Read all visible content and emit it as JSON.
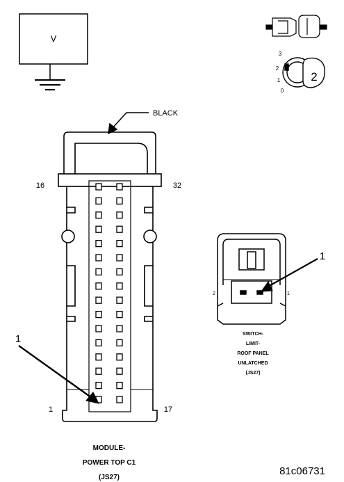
{
  "voltmeter": {
    "label": "V"
  },
  "ignition": {
    "positions": [
      "3",
      "2",
      "1",
      "0"
    ],
    "key_number": "2"
  },
  "module_connector": {
    "color_label": "BLACK",
    "pin_labels": {
      "top_left": "16",
      "top_right": "32",
      "bottom_left": "1",
      "bottom_right": "17"
    },
    "callout": "1",
    "caption": [
      "MODULE-",
      "POWER TOP C1",
      "(JS27)"
    ]
  },
  "switch_connector": {
    "pin_labels": {
      "left": "2",
      "right": "1"
    },
    "callout": "1",
    "caption": [
      "SWITCH-",
      "LIMIT-",
      "ROOF PANEL",
      "UNLATCHED",
      "(JS27)"
    ]
  },
  "figure_id": "81c06731"
}
